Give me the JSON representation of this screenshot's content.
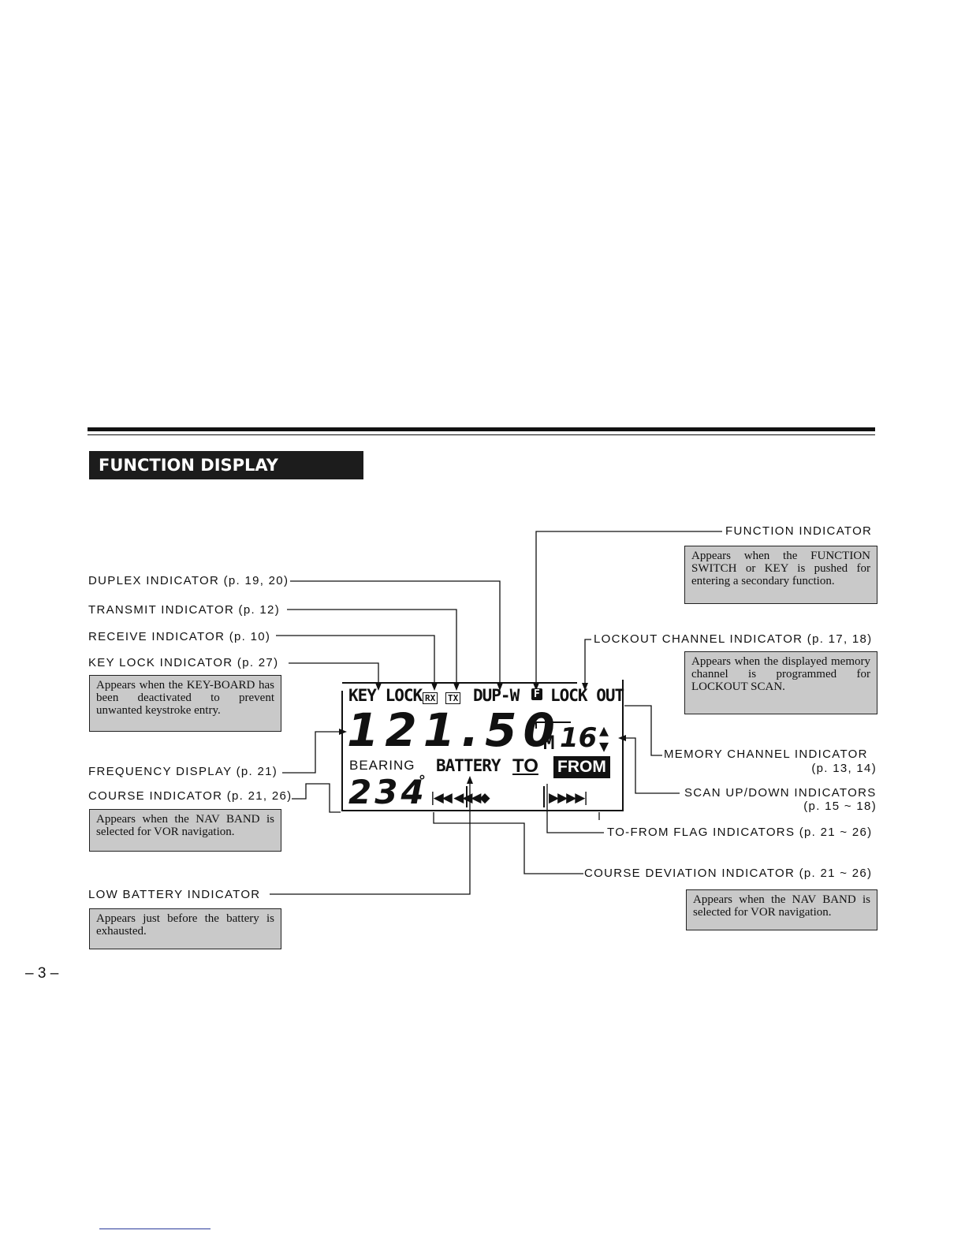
{
  "section": {
    "title": "FUNCTION DISPLAY"
  },
  "labels": {
    "duplex": "DUPLEX INDICATOR (p. 19, 20)",
    "transmit": "TRANSMIT INDICATOR (p. 12)",
    "receive": "RECEIVE INDICATOR (p. 10)",
    "keylock": "KEY LOCK INDICATOR (p. 27)",
    "frequency": "FREQUENCY DISPLAY (p. 21)",
    "course": "COURSE INDICATOR (p. 21, 26)",
    "low_battery": "LOW BATTERY INDICATOR",
    "function": "FUNCTION INDICATOR",
    "lockout": "LOCKOUT CHANNEL INDICATOR (p. 17, 18)",
    "memory": "MEMORY CHANNEL INDICATOR",
    "memory_pages": "(p. 13, 14)",
    "scan": "SCAN UP/DOWN INDICATORS",
    "scan_pages": "(p. 15 ~ 18)",
    "tofrom": "TO-FROM FLAG INDICATORS (p. 21 ~ 26)",
    "deviation": "COURSE DEVIATION INDICATOR (p. 21 ~ 26)"
  },
  "notes": {
    "keylock": "Appears when the KEY-BOARD has been deactivated to prevent unwanted keystroke entry.",
    "course": "Appears when the NAV BAND is selected for VOR navigation.",
    "low_battery": "Appears just before the battery is exhausted.",
    "function": "Appears when the FUNCTION SWITCH or KEY is pushed for entering a secondary function.",
    "lockout": "Appears when the displayed memory channel is programmed for LOCKOUT SCAN.",
    "deviation": "Appears when the NAV BAND is selected for VOR navigation."
  },
  "lcd": {
    "keylock": "KEY LOCK",
    "rx": "RX",
    "tx": "TX",
    "dup": "DUP-W",
    "f": "F",
    "lockout": "LOCK OUT",
    "frequency": "121.50",
    "m": "M",
    "channel": "16",
    "bearing": "BEARING",
    "battery": "BATTERY",
    "to": "TO",
    "from": "FROM",
    "course": "234",
    "deg": "°",
    "cdi_left": "|◀◀ ◀◀◀◆",
    "cdi_right": "▶▶▶▶|"
  },
  "page": {
    "number": "– 3 –"
  }
}
